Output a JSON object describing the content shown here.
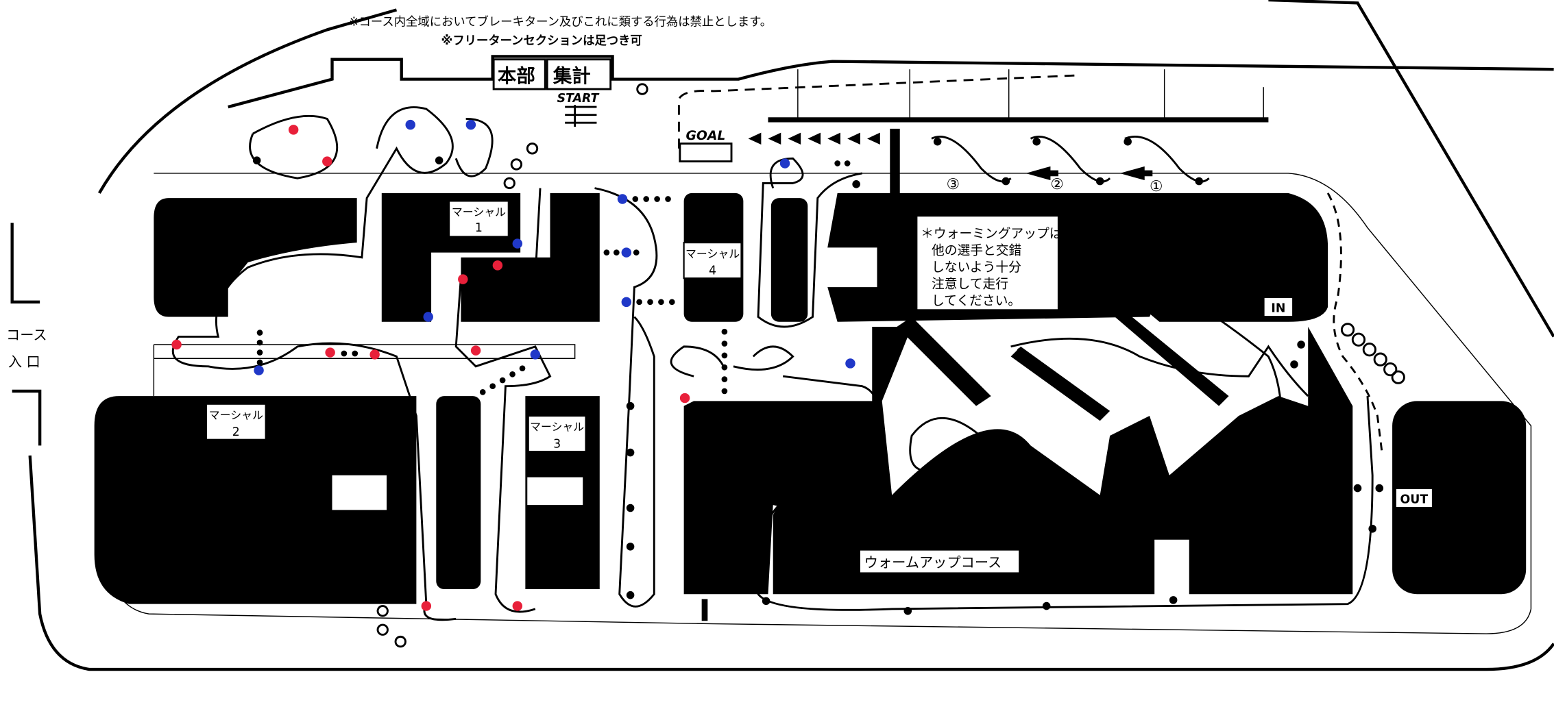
{
  "notes": {
    "line1": "※コース内全域においてブレーキターン及びこれに類する行為は禁止とします。",
    "line2": "※フリーターンセクションは足つき可"
  },
  "buildings": {
    "hq": "本部",
    "tally": "集計"
  },
  "labels": {
    "start": "START",
    "goal": "GOAL",
    "in": "IN",
    "out": "OUT",
    "entrance_1": "コース",
    "entrance_2": "入 口",
    "warmup_course": "ウォームアップコース"
  },
  "marshals": [
    {
      "title": "マーシャル",
      "num": "1"
    },
    {
      "title": "マーシャル",
      "num": "2"
    },
    {
      "title": "マーシャル",
      "num": "3"
    },
    {
      "title": "マーシャル",
      "num": "4"
    }
  ],
  "sections": [
    "①",
    "②",
    "③"
  ],
  "warmup_note": [
    "＊ウォーミングアップは",
    "他の選手と交錯",
    "しないよう十分",
    "注意して走行",
    "してください。"
  ],
  "colors": {
    "red": "#e8203a",
    "blue": "#2038c8",
    "black": "#000000"
  }
}
